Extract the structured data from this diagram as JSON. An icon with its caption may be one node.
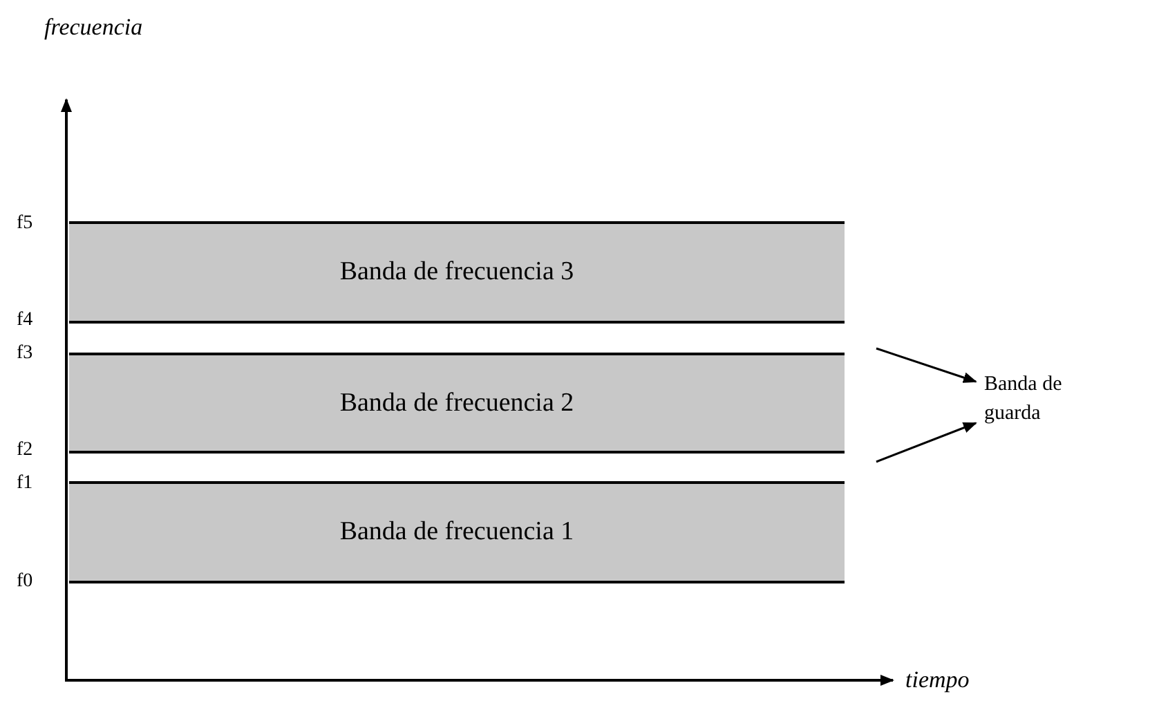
{
  "diagram": {
    "nodes": [
      {
        "text": [
          "Banda de frecuencia 3"
        ]
      },
      {
        "text": [
          "Banda de frecuencia 2"
        ]
      },
      {
        "text": [
          "Banda de frecuencia 1"
        ]
      },
      {
        "text": [
          "Banda de guarda"
        ]
      }
    ],
    "edges": [
      {
        "from": null,
        "to": 3,
        "arrow": "to"
      },
      {
        "from": null,
        "to": 3,
        "arrow": "to"
      }
    ],
    "labels": [
      "frecuencia",
      "f5",
      "f4",
      "f3",
      "f2",
      "f1",
      "f0",
      "tiempo"
    ]
  }
}
